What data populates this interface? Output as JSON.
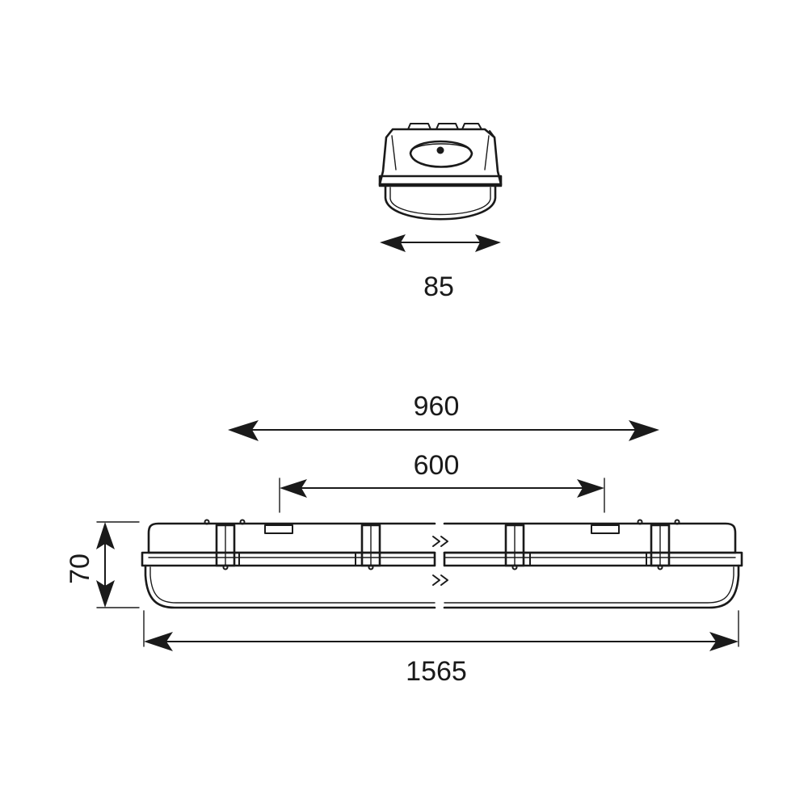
{
  "dimensions": {
    "end_view_width": "85",
    "overall_length": "1565",
    "span_outer": "960",
    "span_inner": "600",
    "height": "70"
  },
  "colors": {
    "line": "#1a1a1a",
    "background": "#ffffff"
  }
}
